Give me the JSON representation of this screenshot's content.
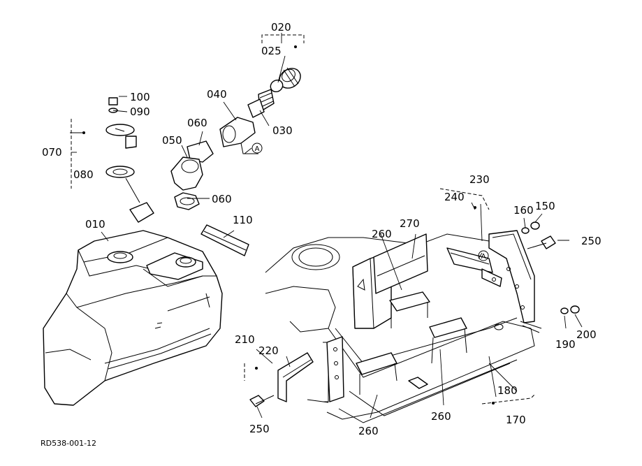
{
  "drawing_code": "RD538-001-12",
  "ref_marker": "A",
  "callouts": {
    "p010": "010",
    "p020": "020",
    "p025": "025",
    "p030": "030",
    "p040": "040",
    "p050": "050",
    "p060a": "060",
    "p060b": "060",
    "p070": "070",
    "p080": "080",
    "p090": "090",
    "p100": "100",
    "p110": "110",
    "p150": "150",
    "p160": "160",
    "p170": "170",
    "p180": "180",
    "p190": "190",
    "p200": "200",
    "p210": "210",
    "p220": "220",
    "p230": "230",
    "p240": "240",
    "p250a": "250",
    "p250b": "250",
    "p260a": "260",
    "p260b": "260",
    "p260c": "260",
    "p270": "270"
  }
}
